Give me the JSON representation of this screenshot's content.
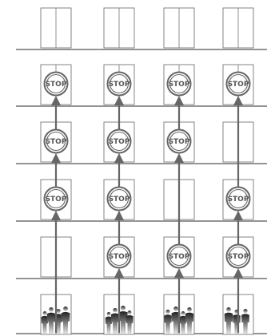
{
  "colors": {
    "floor_line": "#555555",
    "door": "#777777",
    "arrow": "#666666",
    "stop_ring": "#666666",
    "stop_text": "#555555",
    "people_top": "#222222",
    "people_bottom": "#d8d8d8"
  },
  "stop_label": "STOP",
  "shaft_count": 4,
  "floor_count": 6,
  "stops": [
    {
      "shaft": 1,
      "floors": [
        3,
        4,
        5
      ]
    },
    {
      "shaft": 2,
      "floors": [
        2,
        3,
        4,
        5
      ]
    },
    {
      "shaft": 3,
      "floors": [
        2,
        4,
        5
      ]
    },
    {
      "shaft": 4,
      "floors": [
        2,
        3,
        5
      ]
    }
  ],
  "icons": [
    "stop-sign-icon",
    "up-arrow-icon",
    "people-group-icon",
    "elevator-door-icon"
  ]
}
